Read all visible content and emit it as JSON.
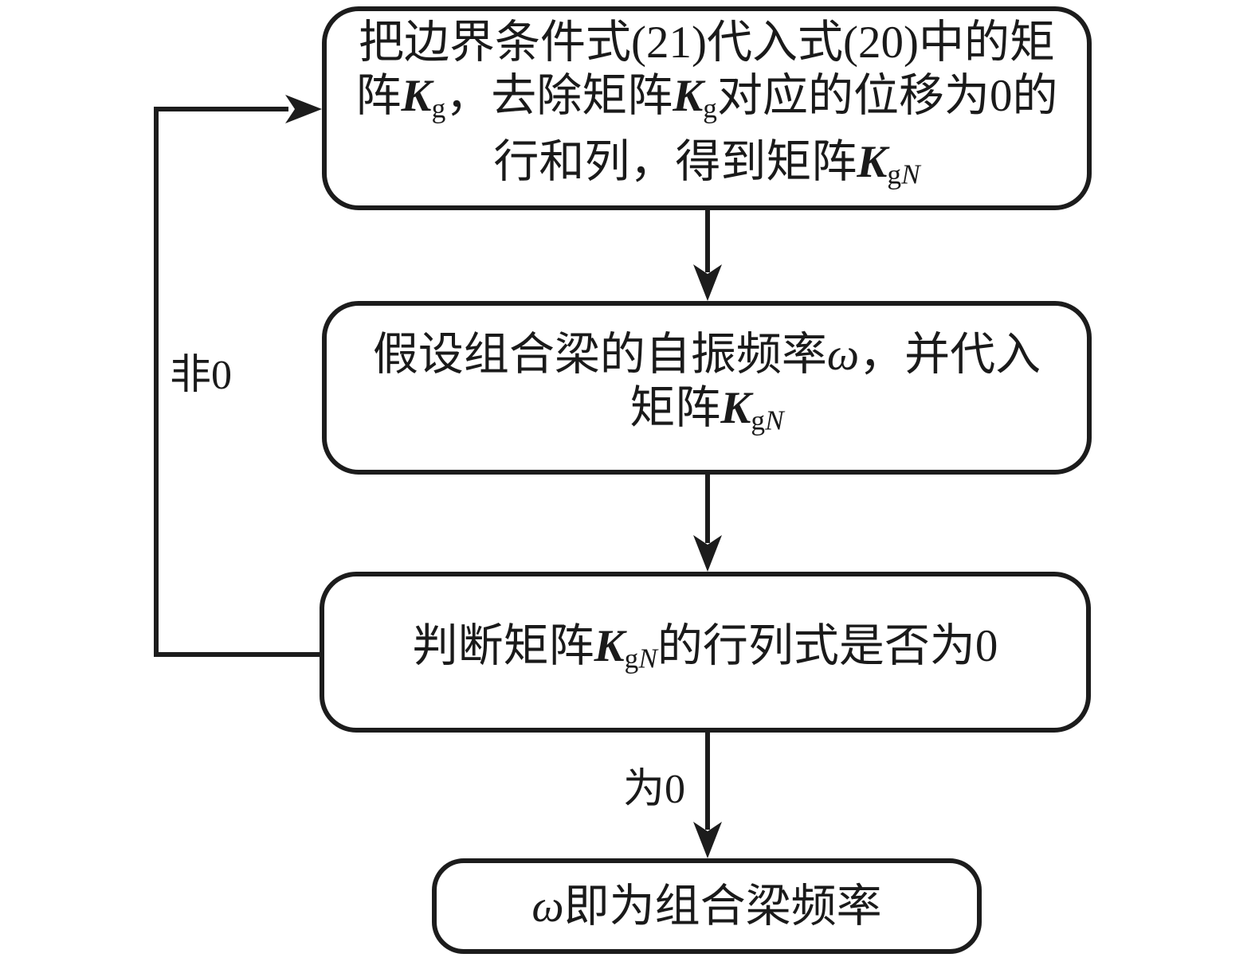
{
  "diagram": {
    "type": "flowchart",
    "colors": {
      "stroke": "#1c1c1c",
      "background": "#ffffff",
      "text": "#1a1a1a"
    },
    "boxes": [
      {
        "name": "substitute-boundary-conditions",
        "lines": [
          [
            {
              "t": "把边界条件式(21)代入式(20)中的矩",
              "s": ""
            }
          ],
          [
            {
              "t": "阵",
              "s": ""
            },
            {
              "t": "K",
              "s": "bi"
            },
            {
              "t": "g",
              "s": "sub"
            },
            {
              "t": "，去除矩阵",
              "s": ""
            },
            {
              "t": "K",
              "s": "bi"
            },
            {
              "t": "g",
              "s": "sub"
            },
            {
              "t": "对应的位移为0的",
              "s": ""
            }
          ],
          [
            {
              "t": "行和列，得到矩阵",
              "s": ""
            },
            {
              "t": "K",
              "s": "bi"
            },
            {
              "t": "g",
              "s": "sub"
            },
            {
              "t": "N",
              "s": "subi"
            }
          ]
        ]
      },
      {
        "name": "assume-natural-frequency",
        "lines": [
          [
            {
              "t": "假设组合梁的自振频率",
              "s": ""
            },
            {
              "t": "ω",
              "s": "i"
            },
            {
              "t": "，并代入",
              "s": ""
            }
          ],
          [
            {
              "t": "矩阵",
              "s": ""
            },
            {
              "t": "K",
              "s": "bi"
            },
            {
              "t": "g",
              "s": "sub"
            },
            {
              "t": "N",
              "s": "subi"
            }
          ]
        ]
      },
      {
        "name": "check-determinant",
        "lines": [
          [
            {
              "t": "判断矩阵",
              "s": ""
            },
            {
              "t": "K",
              "s": "bi"
            },
            {
              "t": "g",
              "s": "sub"
            },
            {
              "t": "N",
              "s": "subi"
            },
            {
              "t": "的行列式是否为0",
              "s": ""
            }
          ]
        ]
      },
      {
        "name": "result-frequency",
        "lines": [
          [
            {
              "t": "ω",
              "s": "i"
            },
            {
              "t": "即为组合梁频率",
              "s": ""
            }
          ]
        ]
      }
    ],
    "edge_labels": {
      "not_zero": "非0",
      "zero": "为0"
    }
  }
}
